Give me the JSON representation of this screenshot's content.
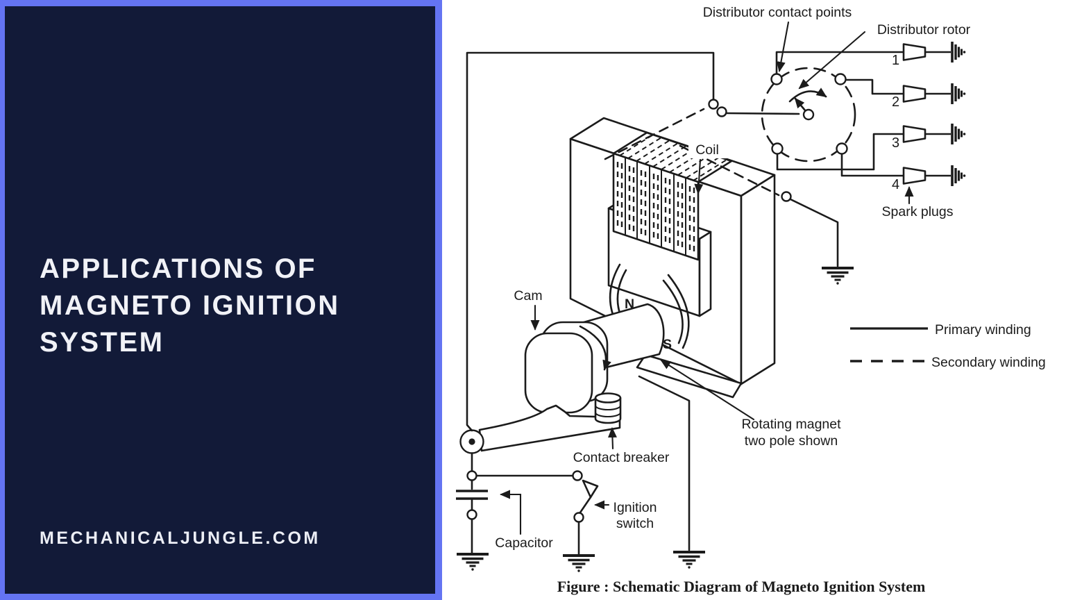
{
  "left_panel": {
    "title_lines": [
      "APPLICATIONS OF",
      "MAGNETO IGNITION",
      "SYSTEM"
    ],
    "website": "MECHANICALJUNGLE.COM"
  },
  "diagram": {
    "labels": {
      "distributor_contact_points": "Distributor contact points",
      "distributor_rotor": "Distributor rotor",
      "coil": "Coil",
      "cam": "Cam",
      "pole_north": "N",
      "pole_south": "S",
      "contact_breaker": "Contact breaker",
      "rotating_magnet_l1": "Rotating magnet",
      "rotating_magnet_l2": "two pole shown",
      "ignition_switch_l1": "Ignition",
      "ignition_switch_l2": "switch",
      "capacitor": "Capacitor",
      "spark_plugs": "Spark plugs"
    },
    "plug_numbers": [
      "1",
      "2",
      "3",
      "4"
    ],
    "legend": {
      "primary": "Primary winding",
      "secondary": "Secondary winding"
    },
    "caption": "Figure : Schematic Diagram of Magneto Ignition System"
  },
  "colors": {
    "panel_background": "#121a38",
    "panel_border": "#6474f2",
    "panel_text": "#f1f2f7",
    "diagram_ink": "#1b1b1b",
    "paper": "#ffffff"
  }
}
